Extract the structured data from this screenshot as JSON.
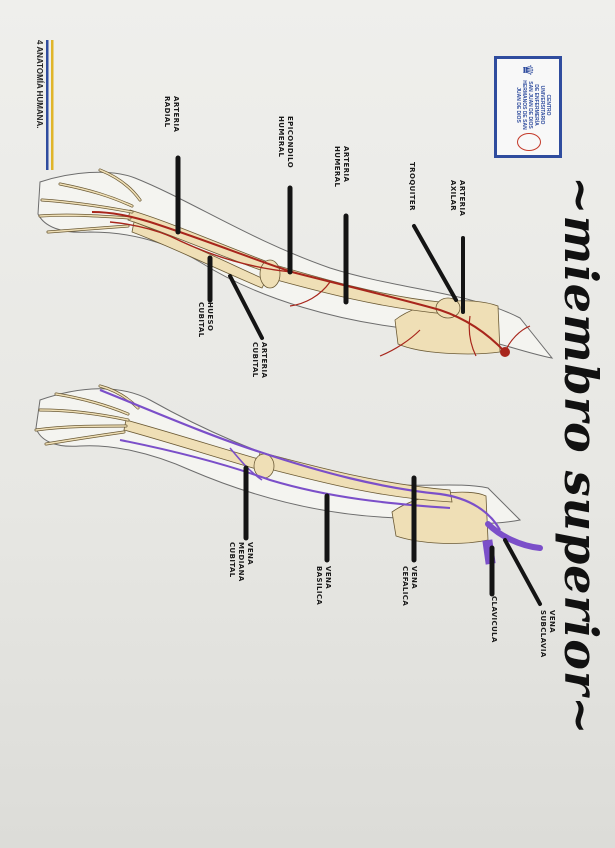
{
  "page": {
    "title": "~miembro superior~",
    "footer_number": "4",
    "footer_text": "ANATOMÍA HUMANA."
  },
  "logo": {
    "lines": [
      "CENTRO",
      "UNIVERSITARIO",
      "DE ENFERMERÍA",
      "SAN JUAN DE DIOS"
    ],
    "bottom": "HERMANOS DE SAN JUAN DE DIOS"
  },
  "labels": {
    "arteria_axilar": [
      "ARTERIA",
      "AXILAR"
    ],
    "troquiter": [
      "TROQUITER"
    ],
    "arteria_humeral": [
      "ARTERIA",
      "HUMERAL"
    ],
    "epicondilo_humeral": [
      "EPICONDILO",
      "HUMERAL"
    ],
    "arteria_radial": [
      "ARTERIA",
      "RADIAL"
    ],
    "hueso_cubital": [
      "HUESO",
      "CUBITAL"
    ],
    "arteria_cubital": [
      "ARTERIA",
      "CUBITAL"
    ],
    "vena_subclavia": [
      "VENA",
      "SUBCLAVIA"
    ],
    "clavicula": [
      "CLAVICULA"
    ],
    "vena_cefalica": [
      "VENA",
      "CEFALICA"
    ],
    "vena_basilica": [
      "VENA",
      "BASILICA"
    ],
    "vena_mediana_cubital": [
      "VENA",
      "MEDIANA",
      "CUBITAL"
    ]
  },
  "colors": {
    "artery": "#a8261c",
    "vein": "#7b4fc9",
    "bone": "#efdfb6",
    "leader": "#141414",
    "logo": "#2f4c9e"
  }
}
